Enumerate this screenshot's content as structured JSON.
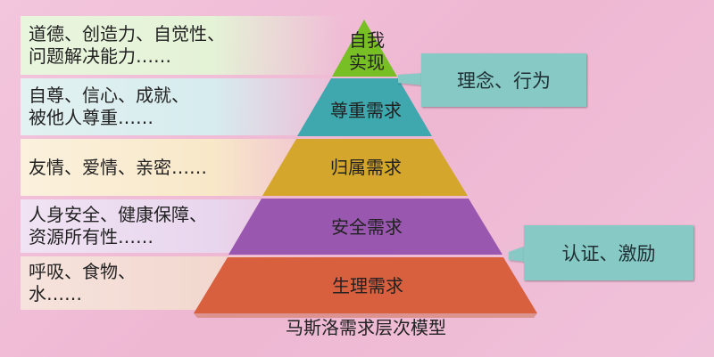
{
  "descriptions": [
    {
      "line1": "道德、创造力、自觉性、",
      "line2": "问题解决能力……"
    },
    {
      "line1": "自尊、信心、成就、",
      "line2": "被他人尊重……"
    },
    {
      "line1": "友情、爱情、亲密……",
      "line2": ""
    },
    {
      "line1": "人身安全、健康保障、",
      "line2": "资源所有性……"
    },
    {
      "line1": "呼吸、食物、",
      "line2": "水……"
    }
  ],
  "tiers": [
    {
      "line1": "自我",
      "line2": "实现",
      "color": "#78bf26"
    },
    {
      "line1": "尊重需求",
      "line2": "",
      "color": "#3fa7ae"
    },
    {
      "line1": "归属需求",
      "line2": "",
      "color": "#d4a62b"
    },
    {
      "line1": "安全需求",
      "line2": "",
      "color": "#9a57b0"
    },
    {
      "line1": "生理需求",
      "line2": "",
      "color": "#d8603e"
    }
  ],
  "callouts": [
    {
      "label": "理念、行为",
      "color": "#86c9c5"
    },
    {
      "label": "认证、激励",
      "color": "#86c9c5"
    }
  ],
  "caption": "马斯洛需求层次模型"
}
